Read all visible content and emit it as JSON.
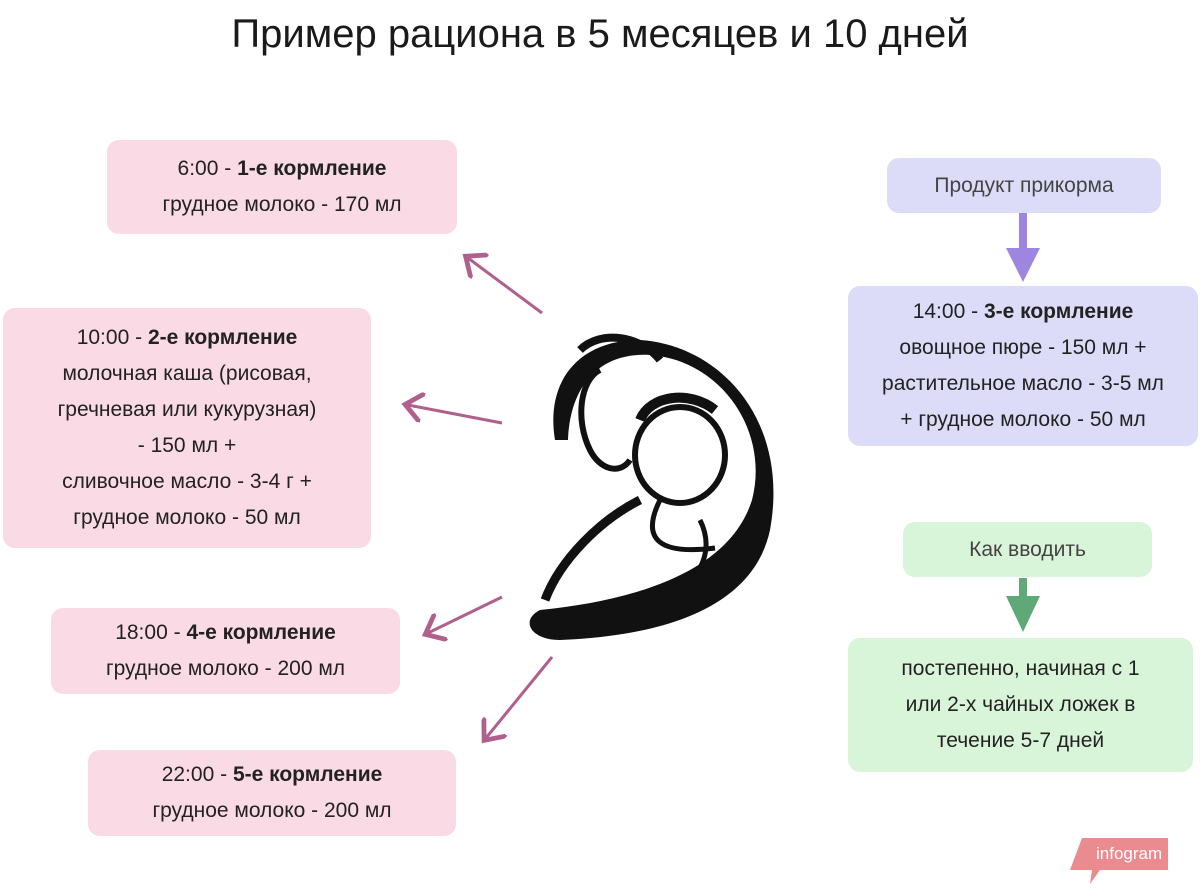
{
  "title": "Пример рациона в 5 месяцев и 10 дней",
  "feedings": [
    {
      "time": "6:00",
      "label": "1-е кормление",
      "lines": [
        "грудное молоко - 170 мл"
      ]
    },
    {
      "time": "10:00",
      "label": "2-е кормление",
      "lines": [
        "молочная каша (рисовая,",
        "гречневая или кукурузная)",
        "- 150 мл +",
        "сливочное масло - 3-4 г +",
        "грудное молоко - 50 мл"
      ]
    },
    {
      "time": "14:00",
      "label": "3-е кормление",
      "lines": [
        "овощное пюре - 150 мл +",
        "растительное масло - 3-5 мл",
        "+ грудное молоко - 50 мл"
      ]
    },
    {
      "time": "18:00",
      "label": "4-е кормление",
      "lines": [
        "грудное молоко - 200 мл"
      ]
    },
    {
      "time": "22:00",
      "label": "5-е кормление",
      "lines": [
        "грудное молоко - 200 мл"
      ]
    }
  ],
  "product_header": "Продукт прикорма",
  "how_header": "Как вводить",
  "how_lines": [
    "постепенно, начиная с 1",
    "или 2-х чайных ложек в",
    "течение 5-7 дней"
  ],
  "sep": " - ",
  "brand": "infogram",
  "colors": {
    "pink": "#f9dae5",
    "purple": "#dcdcf8",
    "green": "#d9f5d9",
    "pink_arrow": "#b0608c",
    "purple_arrow": "#9d86e0",
    "green_arrow": "#5fa878"
  }
}
